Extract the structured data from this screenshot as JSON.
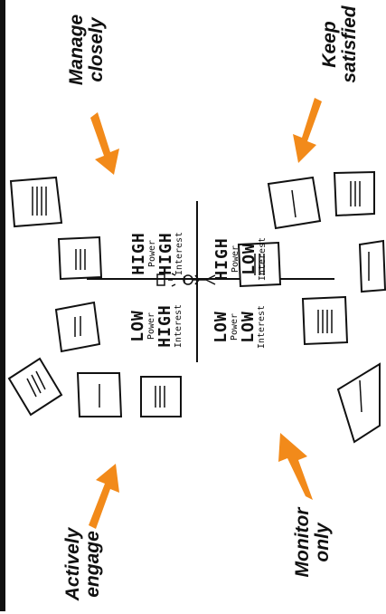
{
  "quadrants": {
    "manage_closely": {
      "label_1": "Manage",
      "label_2": "closely"
    },
    "keep_satisfied": {
      "label_1": "Keep",
      "label_2": "satisfied"
    },
    "actively_engage": {
      "label_1": "Actively",
      "label_2": "engage"
    },
    "monitor_only": {
      "label_1": "Monitor",
      "label_2": "only"
    }
  },
  "grid": {
    "top_left": {
      "power_level": "HIGH",
      "power_word": "Power",
      "interest_level": "HIGH",
      "interest_word": "Interest"
    },
    "top_right": {
      "power_level": "HIGH",
      "power_word": "Power",
      "interest_level": "LOW",
      "interest_word": "Interest"
    },
    "bottom_left": {
      "power_level": "LOW",
      "power_word": "Power",
      "interest_level": "HIGH",
      "interest_word": "Interest"
    },
    "bottom_right": {
      "power_level": "LOW",
      "power_word": "Power",
      "interest_level": "LOW",
      "interest_word": "Interest"
    }
  },
  "colors": {
    "arrow": "#f28a1a",
    "ink": "#111111"
  }
}
